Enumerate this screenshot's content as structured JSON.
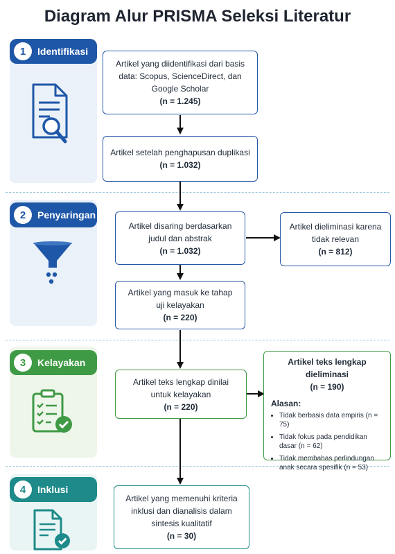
{
  "title": "Diagram Alur PRISMA Seleksi Literatur",
  "stages": [
    {
      "number": "1",
      "label": "Identifikasi",
      "color": "#1f57a8",
      "icon": "document-search-icon"
    },
    {
      "number": "2",
      "label": "Penyaringan",
      "color": "#1f57a8",
      "icon": "funnel-icon"
    },
    {
      "number": "3",
      "label": "Kelayakan",
      "color": "#3f9a45",
      "icon": "clipboard-check-icon"
    },
    {
      "number": "4",
      "label": "Inklusi",
      "color": "#1e8a8a",
      "icon": "document-check-icon"
    }
  ],
  "boxes": {
    "identified": {
      "text": "Artikel yang diidentifikasi dari basis data: Scopus, ScienceDirect, dan Google Scholar",
      "n": "(n = 1.245)"
    },
    "dedup": {
      "text": "Artikel setelah penghapusan duplikasi",
      "n": "(n = 1.032)"
    },
    "screened": {
      "text": "Artikel disaring berdasarkan judul dan abstrak",
      "n": "(n = 1.032)"
    },
    "excluded_screen": {
      "text": "Artikel dieliminasi karena tidak relevan",
      "n": "(n = 812)"
    },
    "eligibility_in": {
      "text": "Artikel yang masuk ke tahap uji kelayakan",
      "n": "(n = 220)"
    },
    "fulltext": {
      "text": "Artikel teks lengkap dinilai untuk kelayakan",
      "n": "(n = 220)"
    },
    "excluded_fulltext": {
      "text": "Artikel teks lengkap dieliminasi",
      "n": "(n = 190)",
      "reasons_label": "Alasan:",
      "reasons": [
        "Tidak berbasis data empiris (n = 75)",
        "Tidak fokus pada pendidikan dasar (n = 62)",
        "Tidak membahas perlindungan anak secara spesifik (n = 53)"
      ]
    },
    "included": {
      "text": "Artikel yang memenuhi kriteria inklusi dan dianalisis dalam sintesis kualitatif",
      "n": "(n = 30)"
    }
  }
}
